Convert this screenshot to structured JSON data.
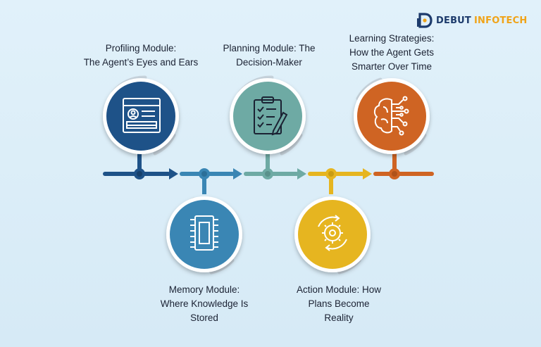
{
  "brand": {
    "name_part1": "DEBUT",
    "name_part2": "INFOTECH",
    "colors": {
      "navy": "#1d3b6c",
      "orange": "#f0a318"
    }
  },
  "modules": [
    {
      "id": "profiling",
      "line1": "Profiling Module:",
      "line2": "The Agent’s Eyes and Ears",
      "line3": "",
      "icon": "profile-card-icon",
      "color": "#1e5288"
    },
    {
      "id": "memory",
      "line1": "Memory Module:",
      "line2": "Where Knowledge Is",
      "line3": "Stored",
      "icon": "ram-chip-icon",
      "color": "#3a86b4"
    },
    {
      "id": "planning",
      "line1": "Planning Module: The",
      "line2": "Decision-Maker",
      "line3": "",
      "icon": "clipboard-checklist-icon",
      "color": "#6eaaa4"
    },
    {
      "id": "action",
      "line1": "Action Module: How",
      "line2": "Plans Become",
      "line3": "Reality",
      "icon": "gear-cycle-icon",
      "color": "#e6b520"
    },
    {
      "id": "learning",
      "line1": "Learning Strategies:",
      "line2": "How the Agent Gets",
      "line3": "Smarter Over Time",
      "icon": "brain-circuit-icon",
      "color": "#cf6423"
    }
  ]
}
